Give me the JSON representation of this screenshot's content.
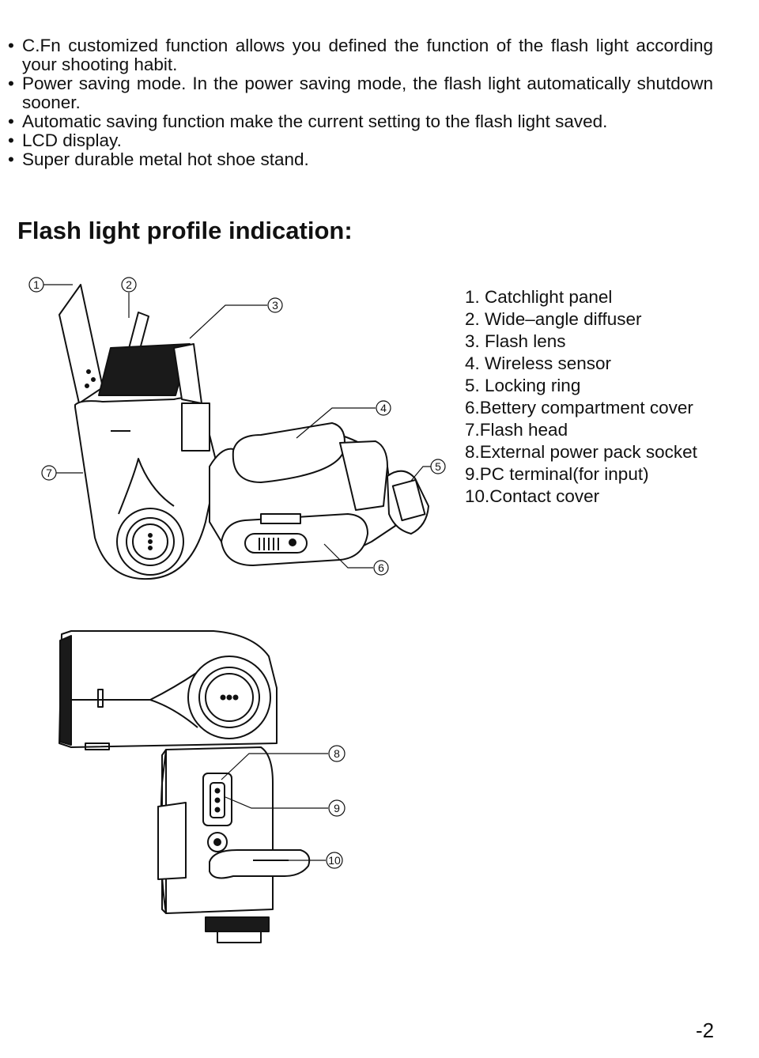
{
  "features": [
    {
      "bullet": "•",
      "text": "C.Fn customized function allows you defined the function of the flash light according your shooting habit."
    },
    {
      "bullet": "•",
      "text": "Power saving mode. In the power saving mode, the flash light automatically shutdown sooner."
    },
    {
      "bullet": "•",
      "text": "Automatic saving function make the current setting to the flash light saved."
    },
    {
      "bullet": "•",
      "text": "LCD display."
    },
    {
      "bullet": "•",
      "text": "Super durable metal hot shoe stand."
    }
  ],
  "section_title": "Flash light profile indication:",
  "parts": [
    "1. Catchlight panel",
    "2. Wide–angle diffuser",
    "3. Flash lens",
    "4. Wireless sensor",
    "5. Locking ring",
    "6.Bettery compartment cover",
    "7.Flash head",
    "8.External power pack socket",
    "9.PC terminal(for input)",
    "10.Contact cover"
  ],
  "callouts": {
    "c1": "1",
    "c2": "2",
    "c3": "3",
    "c4": "4",
    "c5": "5",
    "c6": "6",
    "c7": "7",
    "c8": "8",
    "c9": "9",
    "c10": "10"
  },
  "page_number": "-2"
}
